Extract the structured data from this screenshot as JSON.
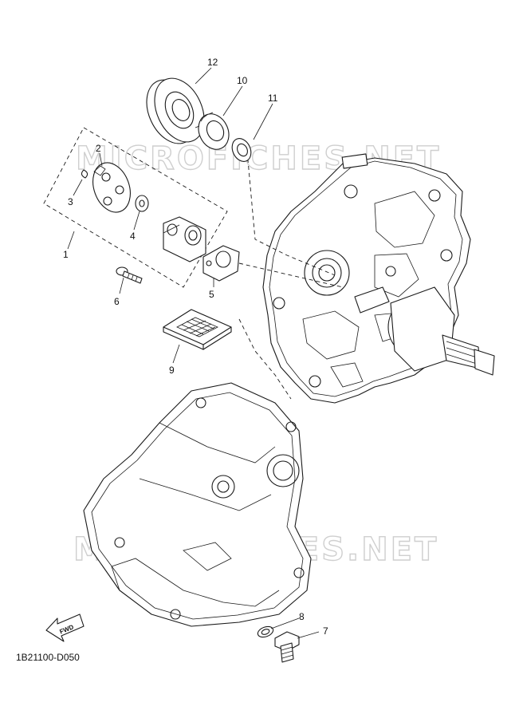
{
  "watermark": "MICROFICHES.NET",
  "drawing_code": "1B21100-D050",
  "fwd_label": "FWD",
  "callouts": {
    "c1": "1",
    "c2": "2",
    "c3": "3",
    "c4": "4",
    "c5": "5",
    "c6": "6",
    "c7": "7",
    "c8": "8",
    "c9": "9",
    "c10": "10",
    "c11": "11",
    "c12": "12"
  }
}
